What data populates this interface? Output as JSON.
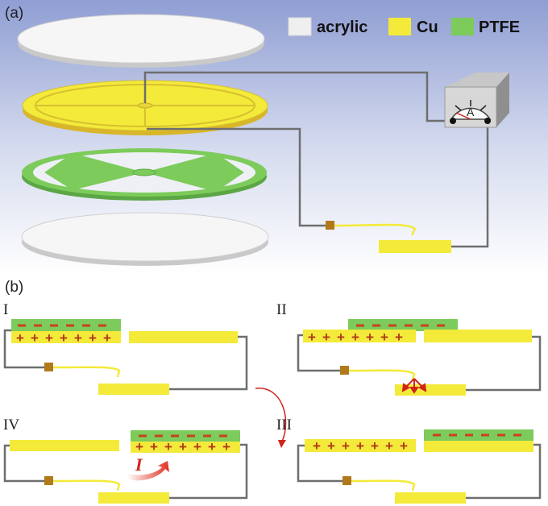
{
  "panel_a": {
    "label": "(a)",
    "legend": [
      {
        "name": "acrylic",
        "color": "#efefef"
      },
      {
        "name": "Cu",
        "color": "#f3ea3a"
      },
      {
        "name": "PTFE",
        "color": "#7ccb5b"
      }
    ],
    "ammeter_symbol": "A"
  },
  "panel_b": {
    "label": "(b)",
    "stages": [
      "I",
      "II",
      "III",
      "IV"
    ],
    "current_symbol": "I"
  },
  "colors": {
    "copper": "#f3ea3a",
    "ptfe": "#7ccb5b",
    "acrylic": "#efefef",
    "wire": "#6e6e6e",
    "negative_charge": "#c8421e",
    "positive_charge": "#b23a1a",
    "arrow": "#d0231b"
  }
}
